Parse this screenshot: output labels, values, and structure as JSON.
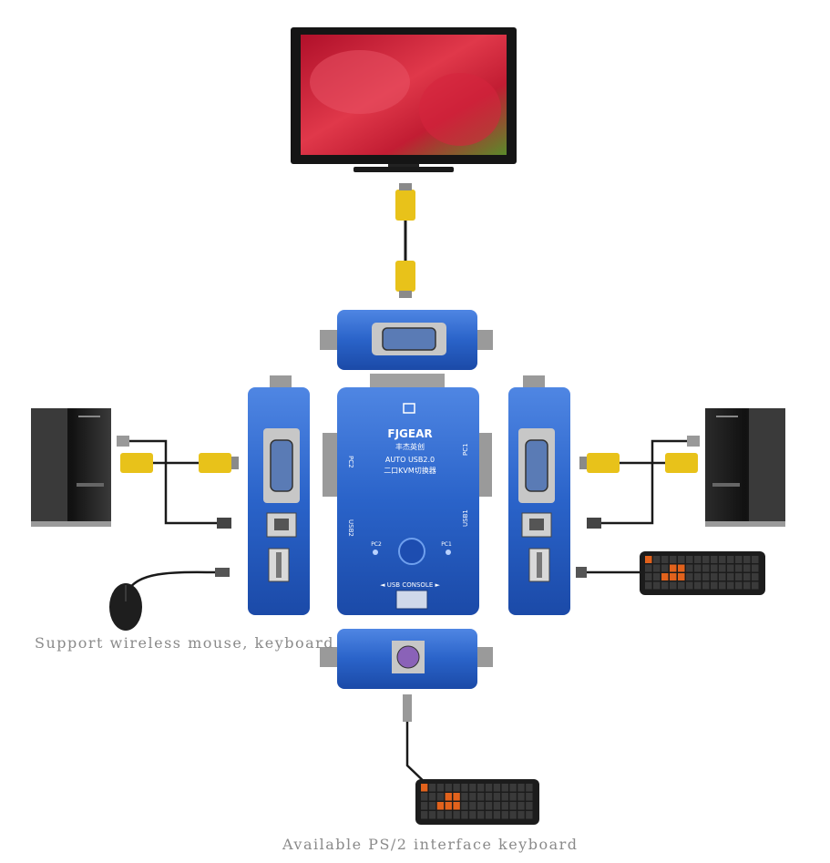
{
  "captions": {
    "wireless_note": "Support wireless mouse, keyboard",
    "ps2_note": "Available PS/2 interface keyboard"
  },
  "kvm_front": {
    "brand": "FJGEAR",
    "brand_cn": "丰杰英创",
    "model": "AUTO USB2.0",
    "model_cn": "二口KVM切换器",
    "label_pc2": "PC2",
    "label_pc1": "PC1",
    "label_usb2": "USB2",
    "label_usb1": "USB1",
    "led_pc2": "PC2",
    "led_pc1": "PC1",
    "console": "◄ USB CONSOLE ►"
  },
  "colors": {
    "kvm_blue": "#2a63c9",
    "vga_yellow": "#e8c21a",
    "cable": "#1a1a1a",
    "key_orange": "#e2621c"
  }
}
